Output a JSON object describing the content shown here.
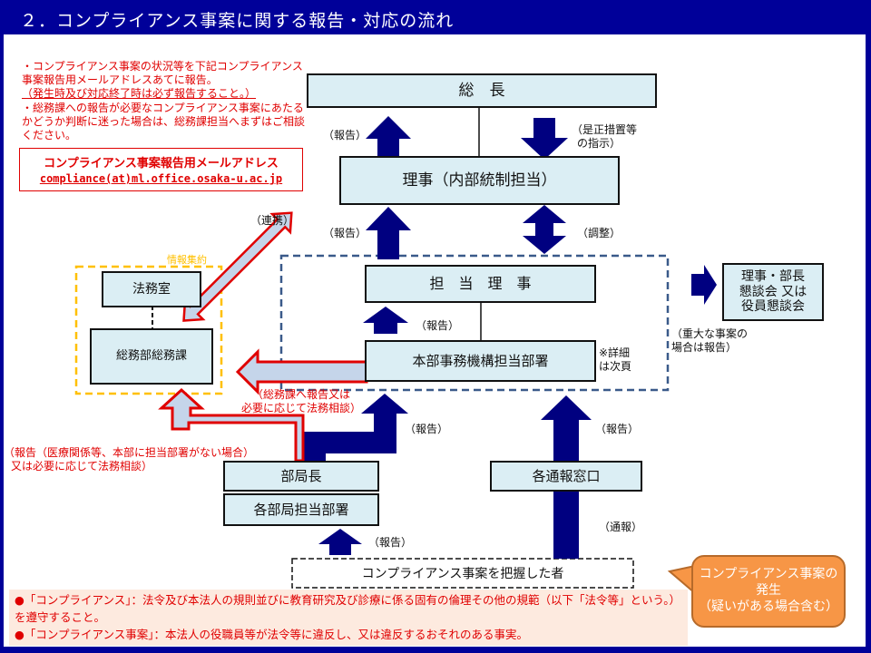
{
  "title": "２．コンプライアンス事案に関する報告・対応の流れ",
  "note": {
    "line1": "・コンプライアンス事案の状況等を下記コンプライアンス事案報告用メールアドレスあてに報告。",
    "line2": "（発生時及び対応終了時は必ず報告すること。）",
    "line3": "・総務課への報告が必要なコンプライアンス事案にあたるかどうか判断に迷った場合は、総務課担当へまずはご相談ください。"
  },
  "mailbox": {
    "title": "コンプライアンス事案報告用メールアドレス",
    "address": "compliance(at)ml.office.osaka-u.ac.jp"
  },
  "boxes": {
    "president": "総　長",
    "director_internal": "理事（内部統制担当）",
    "director_in_charge": "担　当　理　事",
    "hq_dept": "本部事務機構担当部署",
    "meeting_l1": "理事・部長",
    "meeting_l2": "懇談会 又は",
    "meeting_l3": "役員懇談会",
    "legal_office": "法務室",
    "general_affairs": "総務部総務課",
    "dept_head": "部局長",
    "dept_staff": "各部局担当部署",
    "reporting_window": "各通報窓口",
    "discoverer": "コンプライアンス事案を把握した者"
  },
  "labels": {
    "report_1": "（報告）",
    "instruction_l1": "（是正措置等",
    "instruction_l2": "の指示）",
    "report_2": "（報告）",
    "coordination": "（調整）",
    "cooperation": "（連携）",
    "info_aggregation": "情報集約",
    "report_3": "（報告）",
    "details_l1": "※詳細",
    "details_l2": "は次頁",
    "serious_l1": "（重大な事案の",
    "serious_l2": "場合は報告）",
    "ga_report_l1": "（総務課へ報告又は",
    "ga_report_l2": "必要に応じて法務相談）",
    "report_4": "（報告）",
    "report_5": "（報告）",
    "medical_l1": "（報告（医療関係等、本部に担当部署がない場合）",
    "medical_l2": "又は必要に応じて法務相談）",
    "report_6": "（報告）",
    "whistle": "（通報）"
  },
  "definitions": {
    "line1": "●「コンプライアンス」：法令及び本法人の規則並びに教育研究及び診療に係る固有の倫理その他の規範（以下「法令等」という。）を遵守すること。",
    "line2": "●「コンプライアンス事案」：本法人の役職員等が法令等に違反し、又は違反するおそれのある事実。"
  },
  "bubble": {
    "line1": "コンプライアンス事案の",
    "line2": "発生",
    "line3": "（疑いがある場合含む）"
  },
  "colors": {
    "header": "#000099",
    "arrow": "#000080",
    "box_fill": "#dbeef4",
    "red": "#e00000",
    "dashed_blue": "#3a5a8a",
    "dashed_orange": "#ffc000",
    "bubble": "#f79646"
  }
}
